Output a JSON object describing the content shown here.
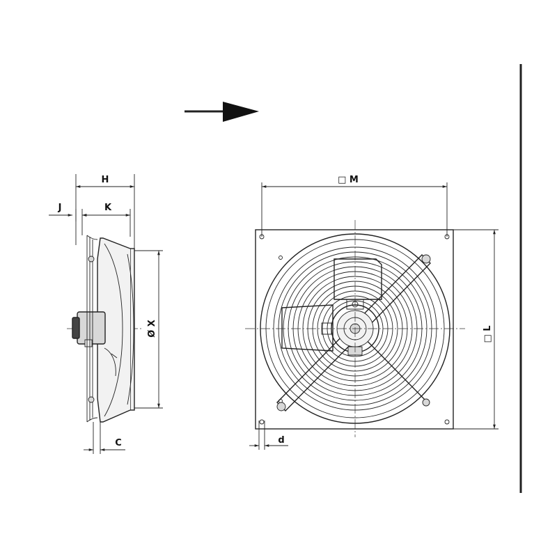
{
  "dimensions": {
    "H": "H",
    "J": "J",
    "K": "K",
    "X": "Ø X",
    "C": "C",
    "M": "□ M",
    "L": "□ L",
    "d": "d"
  },
  "views": {
    "side": "side-view",
    "front": "front-view"
  }
}
